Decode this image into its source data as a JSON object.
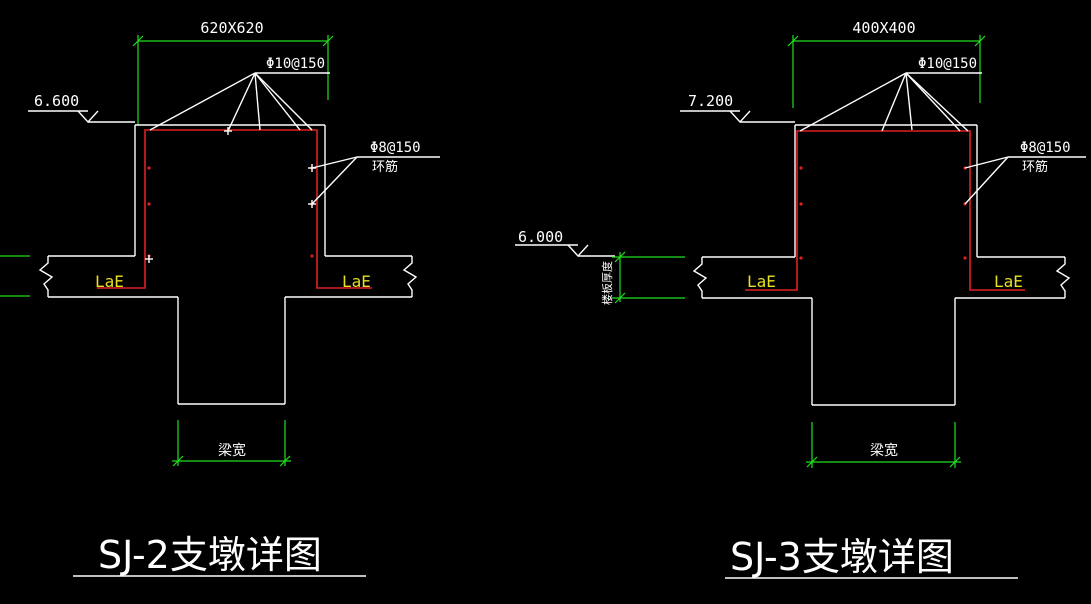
{
  "colors": {
    "background": "#000000",
    "line": "#ffffff",
    "rebar": "#e02020",
    "dimension": "#20e020",
    "anchor_label": "#e8e020"
  },
  "details": [
    {
      "pier_size": "620X620",
      "top_rebar": "Φ10@150",
      "stirrup_rebar": "Φ8@150",
      "stirrup_label": "环筋",
      "elevation": "6.600",
      "anchor_left": "LaE",
      "anchor_right": "LaE",
      "beam_width_label": "梁宽",
      "title": "SJ-2支墩详图"
    },
    {
      "pier_size": "400X400",
      "top_rebar": "Φ10@150",
      "stirrup_rebar": "Φ8@150",
      "stirrup_label": "环筋",
      "elevation": "7.200",
      "elevation_lower": "6.000",
      "slab_thickness_label": "楼板厚度",
      "anchor_left": "LaE",
      "anchor_right": "LaE",
      "beam_width_label": "梁宽",
      "title": "SJ-3支墩详图"
    }
  ]
}
